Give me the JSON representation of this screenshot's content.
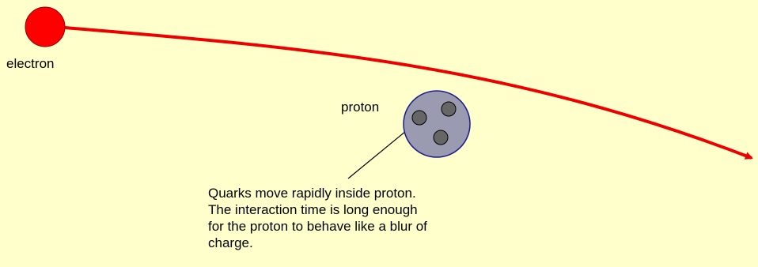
{
  "diagram": {
    "background_color": "#FFFFCC",
    "electron": {
      "label": "electron",
      "fill_color": "#FF0000",
      "stroke_color": "#8B0000"
    },
    "trajectory": {
      "color": "#EE0000"
    },
    "proton": {
      "label": "proton",
      "fill_color": "#9A9AB0",
      "stroke_color": "#1A1A8C",
      "quark_fill_color": "#666666",
      "quark_count": 3
    },
    "annotation": {
      "lines": [
        "Quarks move rapidly inside proton.",
        "The interaction time is long enough",
        "for the proton to behave like a blur of",
        "charge."
      ]
    }
  }
}
